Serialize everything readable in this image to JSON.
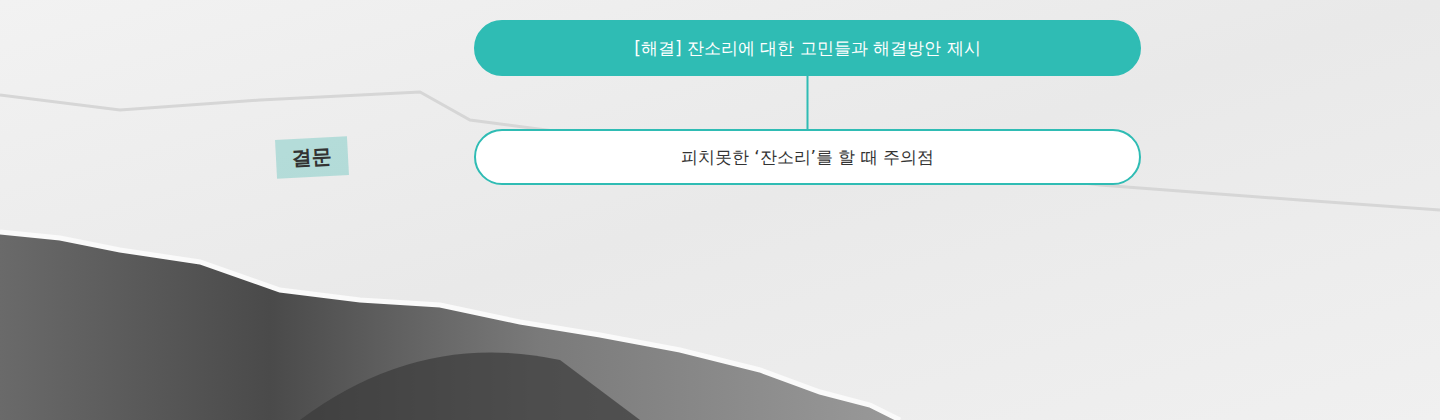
{
  "diagram": {
    "nodes": [
      {
        "text": [
          "[해결] 잔소리에 대한 고민들과 해결방안 제시"
        ]
      },
      {
        "text": [
          "피치못한 ‘잔소리’를 할 때 주의점"
        ]
      }
    ],
    "edges": [
      {
        "from": 0,
        "to": 1,
        "arrow": "none"
      }
    ],
    "labels": [
      "결문"
    ]
  }
}
